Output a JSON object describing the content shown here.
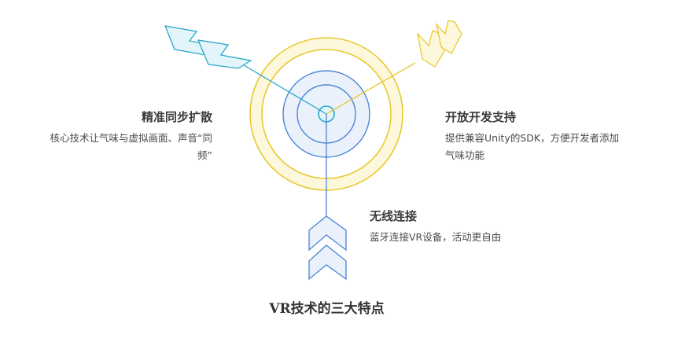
{
  "title": "VR技术的三大特点",
  "features": {
    "left": {
      "title": "精准同步扩散",
      "desc_line1": "核心技术让气味与虚拟画面、声音“同",
      "desc_line2": "频”"
    },
    "right": {
      "title": "开放开发支持",
      "desc_line1": "提供兼容Unity的SDK，方便开发者添加",
      "desc_line2": "气味功能"
    },
    "bottom": {
      "title": "无线连接",
      "desc_line1": "蓝牙连接VR设备，活动更自由"
    }
  },
  "colors": {
    "yellow_ring": "#e8c930",
    "yellow_fill": "#fdf8dc",
    "blue_ring": "#4a86d8",
    "blue_fill": "#eaf1fb",
    "cyan_ring": "#2aa7c9",
    "cyan_fill": "#e3f5fa"
  }
}
